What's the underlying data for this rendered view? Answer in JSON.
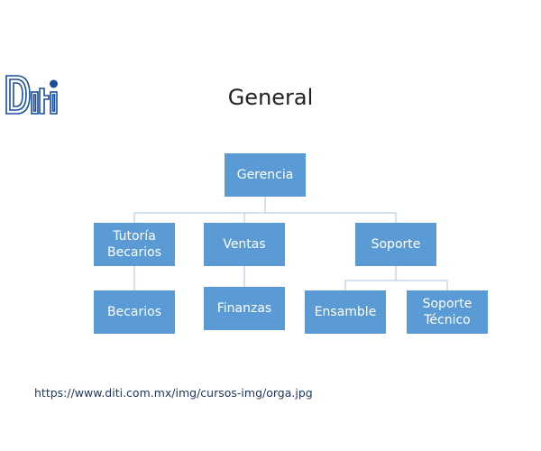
{
  "slide": {
    "title": "General",
    "source_url": "https://www.diti.com.mx/img/cursos-img/orga.jpg"
  },
  "logo": {
    "icon": "diti-logo-icon",
    "color": "#1a4f9c"
  },
  "org_chart": {
    "root": {
      "label": "Gerencia"
    },
    "level1": [
      {
        "label_line1": "Tutoría",
        "label_line2": "Becarios"
      },
      {
        "label": "Ventas"
      },
      {
        "label": "Soporte"
      }
    ],
    "level2": {
      "tutoria_child": {
        "label": "Becarios"
      },
      "ventas_child": {
        "label": "Finanzas"
      },
      "soporte_children": [
        {
          "label": "Ensamble"
        },
        {
          "label_line1": "Soporte",
          "label_line2": "Técnico"
        }
      ]
    },
    "box_color": "#5b9bd5",
    "connector_color": "#a9c4e0"
  }
}
